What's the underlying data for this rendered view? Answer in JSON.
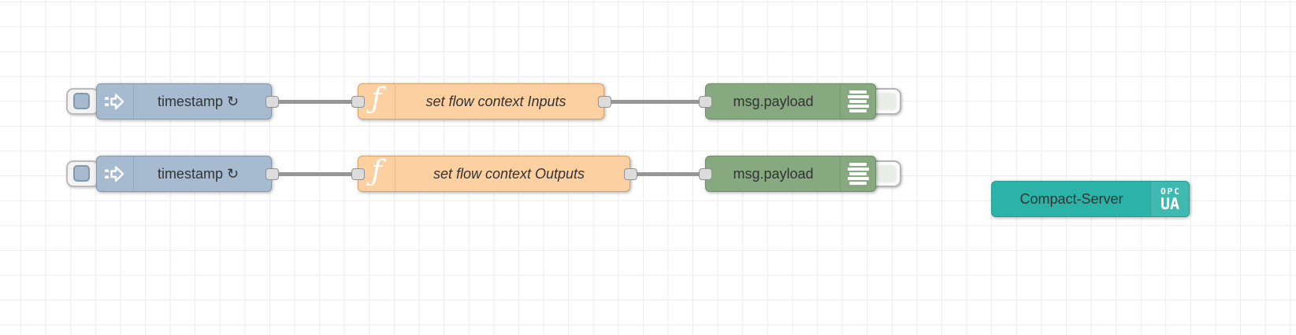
{
  "workspace": {
    "background_color": "#ffffff",
    "grid_color": "#ececec"
  },
  "node_colors": {
    "background": "#ffffff",
    "grid": "#ececec",
    "inject": "#a6bbcf",
    "inject_border": "#8498aa",
    "function": "#fdd0a2",
    "function_border": "#d3a465",
    "debug": "#87a980",
    "debug_border": "#6f8a66",
    "server": "#2bb3a7",
    "server_border": "#1f9e94",
    "wire": "#969696",
    "label": "#333333"
  },
  "rows": [
    {
      "inject_label": "timestamp ↻",
      "function_label": "set flow context Inputs",
      "debug_label": "msg.payload"
    },
    {
      "inject_label": "timestamp ↻",
      "function_label": "set flow context Outputs",
      "debug_label": "msg.payload"
    }
  ],
  "server_node": {
    "label": "Compact-Server",
    "badge_line1": "OPC",
    "badge_line2": "UA"
  },
  "glyphs": {
    "function_icon": "ƒ"
  }
}
